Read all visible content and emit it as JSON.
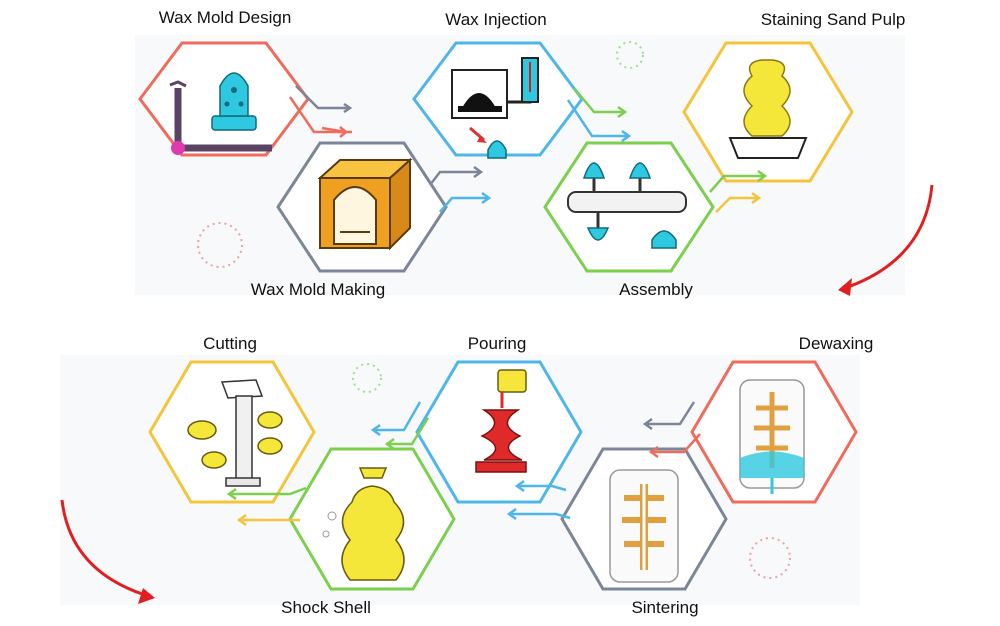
{
  "steps": [
    {
      "id": "wax-mold-design",
      "label": "Wax Mold Design",
      "color": "#ef6c5c"
    },
    {
      "id": "wax-mold-making",
      "label": "Wax Mold Making",
      "color": "#7c8699"
    },
    {
      "id": "wax-injection",
      "label": "Wax Injection",
      "color": "#4fb6e8"
    },
    {
      "id": "assembly",
      "label": "Assembly",
      "color": "#7ccf4f"
    },
    {
      "id": "staining-sand-pulp",
      "label": "Staining Sand Pulp",
      "color": "#f4c43c"
    },
    {
      "id": "dewaxing",
      "label": "Dewaxing",
      "color": "#ef6c5c"
    },
    {
      "id": "sintering",
      "label": "Sintering",
      "color": "#7c8699"
    },
    {
      "id": "pouring",
      "label": "Pouring",
      "color": "#4fb6e8"
    },
    {
      "id": "shock-shell",
      "label": "Shock Shell",
      "color": "#7ccf4f"
    },
    {
      "id": "cutting",
      "label": "Cutting",
      "color": "#f4c43c"
    }
  ],
  "colors": {
    "flow_arrow": "#e02020",
    "wax_cyan": "#2ec9e0",
    "wax_yellow": "#f5e63a",
    "metal_red": "#e02a2a",
    "mold_orange": "#f0a020"
  }
}
